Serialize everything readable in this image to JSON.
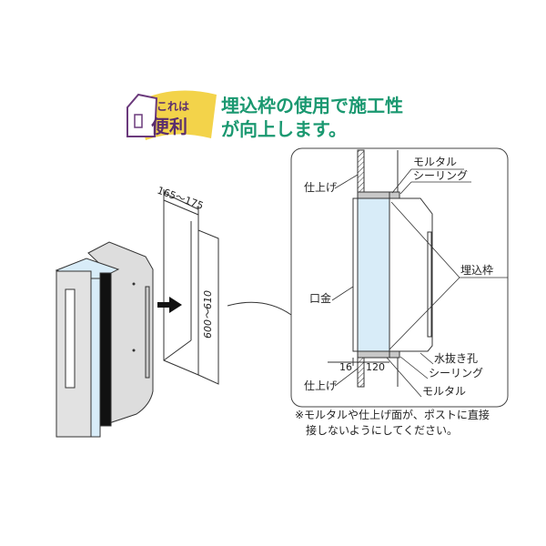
{
  "badge": {
    "line1": "これは",
    "line2": "便利"
  },
  "headline": {
    "line1": "埋込枠の使用で施工性",
    "line2": "が向上します。"
  },
  "dimensions": {
    "width": "165〜175",
    "height": "600〜610",
    "d1": "16",
    "d2": "120"
  },
  "labels": {
    "mortar_top": "モルタル",
    "sealing_top": "シーリング",
    "finish_top": "仕上げ",
    "frame": "埋込枠",
    "faceplate": "口金",
    "drain_hole": "水抜き孔",
    "sealing_bottom": "シーリング",
    "mortar_bottom": "モルタル",
    "finish_bottom": "仕上げ"
  },
  "note": {
    "line1": "※モルタルや仕上げ面が、ポストに直接",
    "line2": "接しないようにしてください。"
  },
  "colors": {
    "title": "#1a9870",
    "badge_bg": "#f3d34a",
    "glass": "#d8ecf8",
    "mortar": "#c8c8c8"
  }
}
